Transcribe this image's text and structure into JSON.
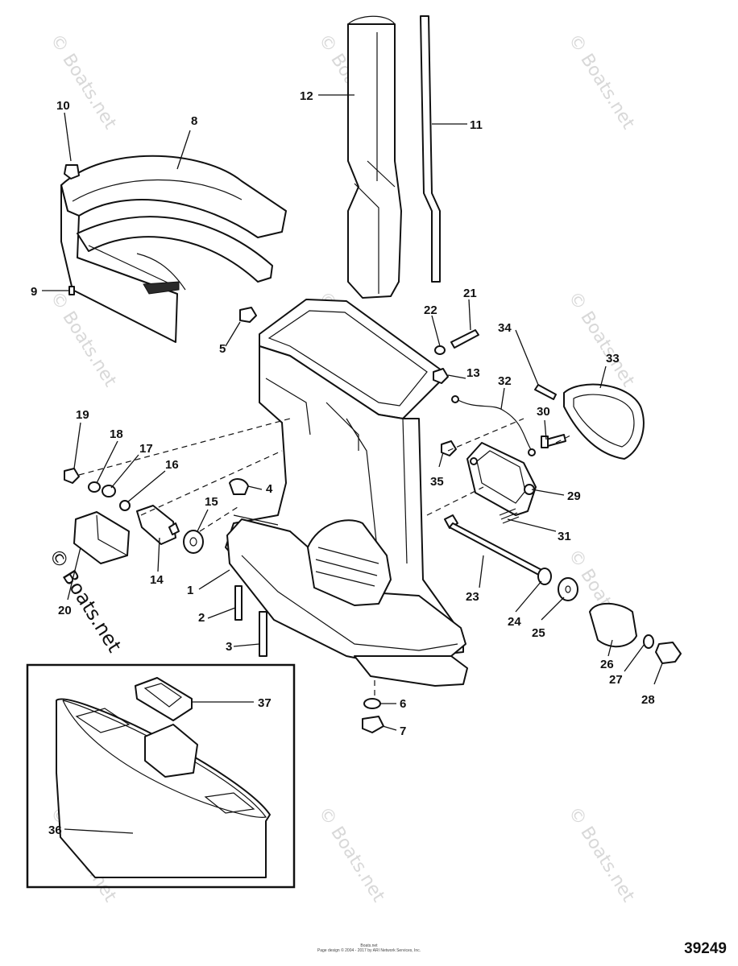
{
  "figure_number": "39249",
  "footer": {
    "line1": "Boats.net",
    "line2": "Page design © 2004 - 2017 by ARI Network Services, Inc."
  },
  "watermark": {
    "text": "© Boats.net",
    "prominent_text": "© Boats.net"
  },
  "callouts": [
    "1",
    "2",
    "3",
    "4",
    "5",
    "6",
    "7",
    "8",
    "9",
    "10",
    "11",
    "12",
    "13",
    "14",
    "15",
    "16",
    "17",
    "18",
    "19",
    "20",
    "21",
    "22",
    "23",
    "24",
    "25",
    "26",
    "27",
    "28",
    "29",
    "30",
    "31",
    "32",
    "33",
    "34",
    "35",
    "36",
    "37"
  ]
}
